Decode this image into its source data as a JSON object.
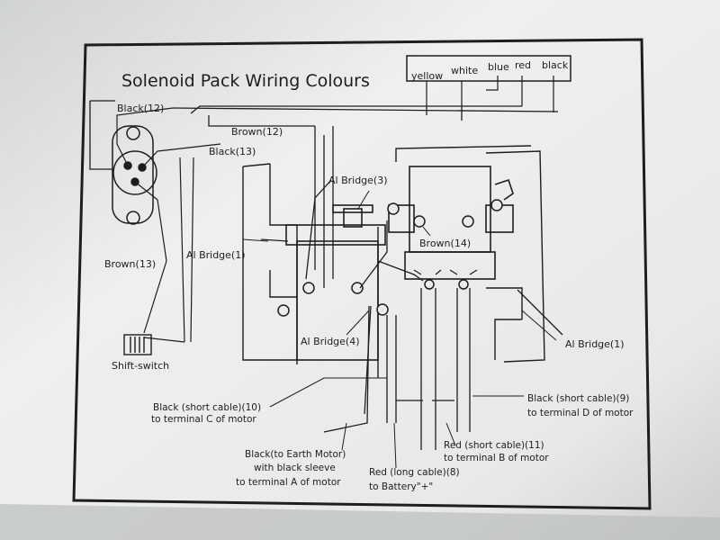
{
  "diagram": {
    "title": "Solenoid Pack Wiring Colours",
    "colour_key": [
      "yellow",
      "white",
      "blue",
      "red",
      "black"
    ],
    "labels": {
      "black_12": "Black(12)",
      "brown_12": "Brown(12)",
      "black_13": "Black(13)",
      "al_bridge_3": "Al Bridge(3)",
      "brown_14": "Brown(14)",
      "al_bridge_1_left": "Al Bridge(1)",
      "brown_13": "Brown(13)",
      "shift_switch": "Shift-switch",
      "al_bridge_4": "Al Bridge(4)",
      "al_bridge_1_right": "Al Bridge(1)",
      "black_short_10_a": "Black (short cable)(10)",
      "black_short_10_b": "to terminal C of motor",
      "black_short_9_a": "Black (short cable)(9)",
      "black_short_9_b": "to terminal D of motor",
      "red_short_11_a": "Red (short cable)(11)",
      "red_short_11_b": "to terminal B of motor",
      "black_earth_a": "Black(to Earth Motor)",
      "black_earth_b": "with black sleeve",
      "black_earth_c": "to terminal A of motor",
      "red_long_8_a": "Red (long cable)(8)",
      "red_long_8_b": "to Battery\"+\""
    }
  },
  "colors": {
    "paper": "#e9ecea",
    "ink": "#1d1f1e",
    "shadow": "#6f7472"
  }
}
